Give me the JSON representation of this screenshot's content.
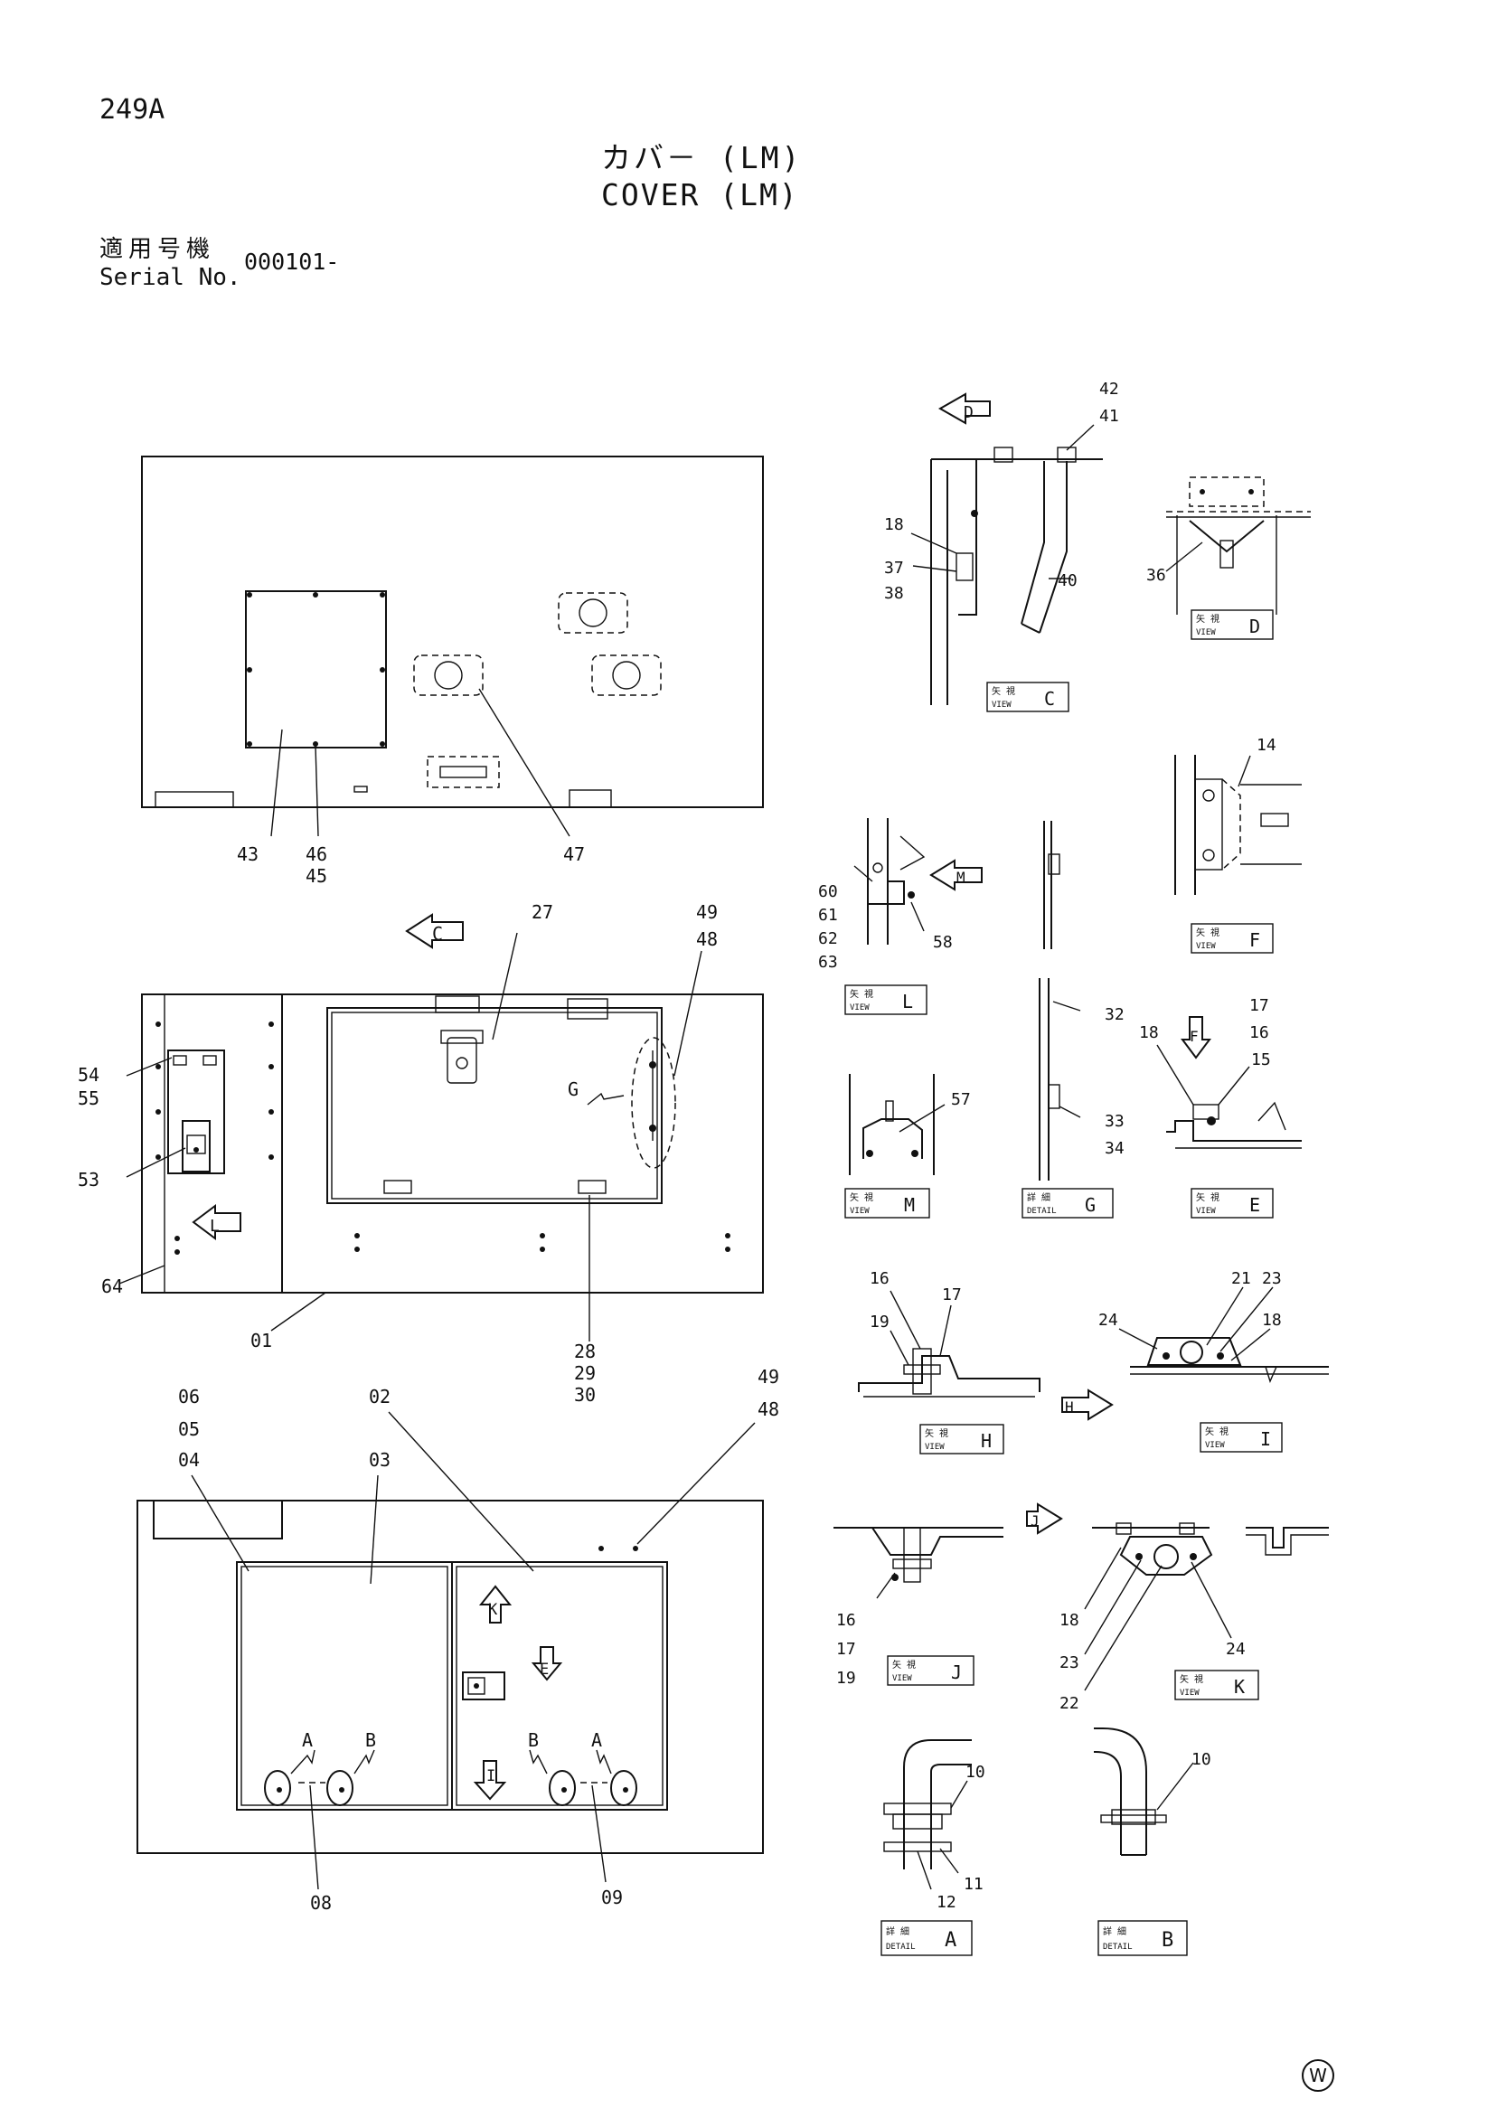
{
  "header": {
    "page_number": "249A",
    "title_jp": "カバ－ (LM)",
    "title_en": "COVER (LM)",
    "serial_label_jp": "適用号機",
    "serial_label_en": "Serial No.",
    "serial_value": "000101-"
  },
  "maker_mark": "W",
  "view_boxes": {
    "view_word_jp": "矢 視",
    "view_word_en": "VIEW",
    "detail_word_jp": "詳 細",
    "detail_word_en": "DETAIL",
    "C": "C",
    "D": "D",
    "F": "F",
    "L": "L",
    "M": "M",
    "G": "G",
    "E": "E",
    "H": "H",
    "I": "I",
    "J": "J",
    "K": "K",
    "A": "A",
    "B": "B"
  },
  "arrow_letters": {
    "D": "D",
    "M": "M",
    "F": "F",
    "C": "C",
    "L": "L",
    "G": "G",
    "H": "H",
    "J": "J",
    "K": "K",
    "E": "E",
    "I": "I",
    "A1": "A",
    "B1": "B",
    "B2": "B",
    "A2": "A"
  },
  "part_numbers": {
    "p43": "43",
    "p46": "46",
    "p45": "45",
    "p47": "47",
    "p27": "27",
    "p49a": "49",
    "p48a": "48",
    "p54": "54",
    "p55": "55",
    "p53": "53",
    "p64": "64",
    "p01": "01",
    "p28": "28",
    "p29": "29",
    "p30": "30",
    "p06": "06",
    "p05": "05",
    "p04": "04",
    "p02": "02",
    "p03": "03",
    "p49b": "49",
    "p48b": "48",
    "p08": "08",
    "p09": "09",
    "p42": "42",
    "p41": "41",
    "p18a": "18",
    "p37": "37",
    "p38": "38",
    "p40": "40",
    "p36": "36",
    "p14": "14",
    "p60": "60",
    "p61": "61",
    "p62": "62",
    "p63": "63",
    "p58": "58",
    "p32": "32",
    "p57": "57",
    "p33": "33",
    "p34": "34",
    "p17a": "17",
    "p16a": "16",
    "p18b": "18",
    "p15": "15",
    "p16b": "16",
    "p17b": "17",
    "p19a": "19",
    "p21": "21",
    "p23a": "23",
    "p24a": "24",
    "p18c": "18",
    "p16c": "16",
    "p17c": "17",
    "p19b": "19",
    "p18d": "18",
    "p23b": "23",
    "p22": "22",
    "p24b": "24",
    "p10a": "10",
    "p11": "11",
    "p12": "12",
    "p10b": "10"
  }
}
